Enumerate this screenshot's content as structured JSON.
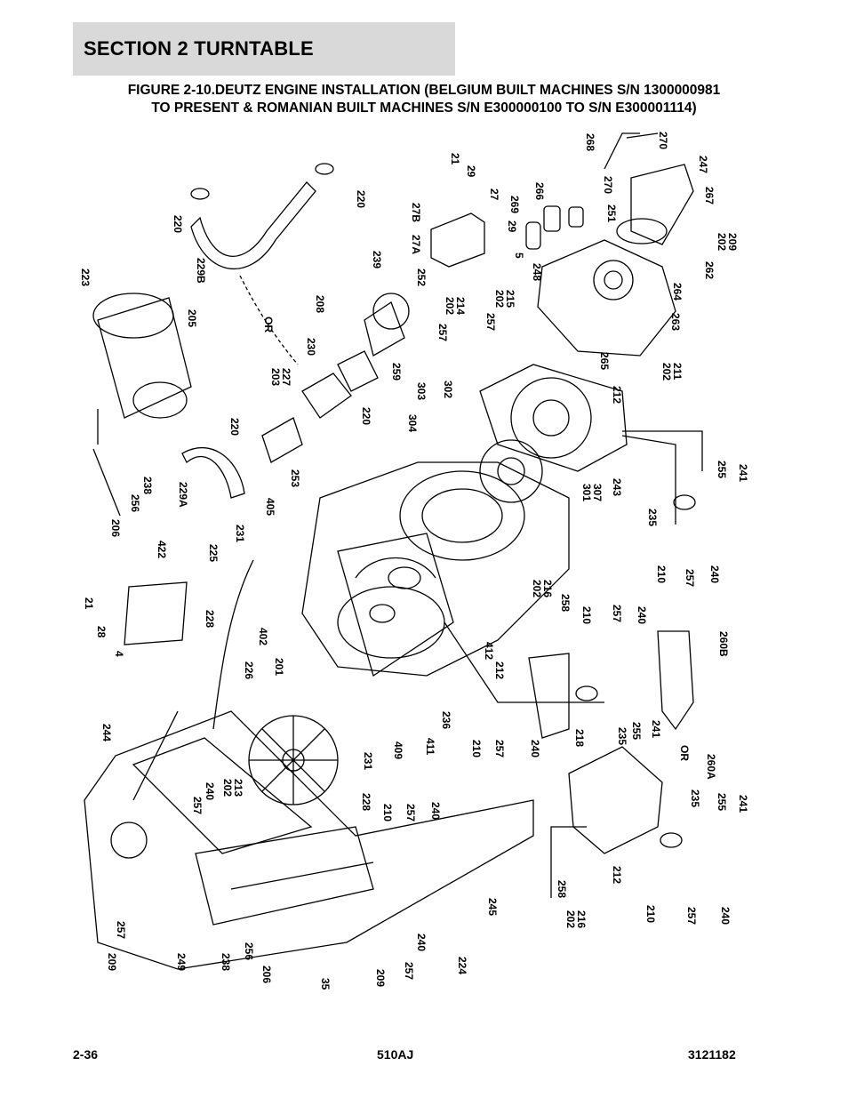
{
  "header": {
    "section": "SECTION 2   TURNTABLE",
    "figure_line1": "FIGURE 2-10.DEUTZ ENGINE INSTALLATION (BELGIUM BUILT MACHINES S/N 1300000981",
    "figure_line2": "TO PRESENT & ROMANIAN BUILT MACHINES S/N E300000100 TO S/N E300001114)"
  },
  "footer": {
    "page": "2-36",
    "model": "510AJ",
    "doc_number": "3121182"
  },
  "callouts": {
    "c268": "268",
    "c270a": "270",
    "c270b": "270",
    "c247": "247",
    "c267": "267",
    "c202_209": "202",
    "c209": "209",
    "c262": "262",
    "c251": "251",
    "c266": "266",
    "c269": "269",
    "c21a": "21",
    "c29a": "29",
    "c27": "27",
    "c27B": "27B",
    "c27A": "27A",
    "c29b": "29",
    "c5": "5",
    "c248": "248",
    "c264": "264",
    "c263": "263",
    "c265": "265",
    "c202_211": "202",
    "c211": "211",
    "c220a": "220",
    "c220b": "220",
    "c229B": "229B",
    "c239": "239",
    "c252": "252",
    "c208": "208",
    "c230": "230",
    "c259": "259",
    "c202_214": "202",
    "c214": "214",
    "c202_215": "215",
    "c202_215b": "202",
    "c257a": "257",
    "c257b": "257",
    "c223": "223",
    "c205": "205",
    "c OR1": "OR",
    "c203": "203",
    "c227": "227",
    "c220c": "220",
    "c303": "303",
    "c302": "302",
    "c304": "304",
    "c212a": "212",
    "c220d": "220",
    "c253": "253",
    "c229A": "229A",
    "c238a": "238",
    "c256a": "256",
    "c206a": "206",
    "c243": "243",
    "c301": "301",
    "c307": "307",
    "c255a": "255",
    "c241a": "241",
    "c235a": "235",
    "c405": "405",
    "c231a": "231",
    "c225": "225",
    "c422": "422",
    "c21b": "21",
    "c28": "28",
    "c4": "4",
    "c228a": "228",
    "c402": "402",
    "c210a": "210",
    "c257c": "257",
    "c240a": "240",
    "c202_216a": "202",
    "c216a": "216",
    "c258a": "258",
    "c210b": "210",
    "c257d": "257",
    "c240b": "240",
    "c260B": "260B",
    "c412": "412",
    "c212b": "212",
    "c226": "226",
    "c201": "201",
    "c236": "236",
    "c218": "218",
    "c235b": "235",
    "c255b": "255",
    "c241b": "241",
    "c244": "244",
    "c231b": "231",
    "c409": "409",
    "c411": "411",
    "c210c": "210",
    "c257e": "257",
    "c240c": "240",
    "cOR2": "OR",
    "c260A": "260A",
    "c202_213": "202",
    "c213": "213",
    "c257f": "257",
    "c240d": "240",
    "c228b": "228",
    "c210d": "210",
    "c257g": "257",
    "c240e": "240",
    "c235c": "235",
    "c255c": "255",
    "c241c": "241",
    "c212c": "212",
    "c258b": "258",
    "c202_216b": "202",
    "c216b": "216",
    "c245": "245",
    "c210e": "210",
    "c257h": "257",
    "c240f": "240",
    "c257i": "257",
    "c209a": "209",
    "c249": "249",
    "c238b": "238",
    "c256b": "256",
    "c206b": "206",
    "c35": "35",
    "c209b": "209",
    "c257j": "257",
    "c240g": "240",
    "c224": "224"
  }
}
